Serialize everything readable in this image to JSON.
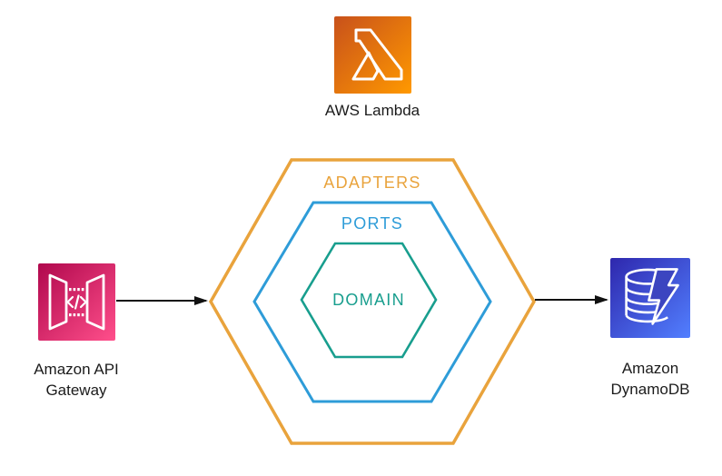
{
  "diagram": {
    "background_color": "#ffffff",
    "arrow_color": "#111111",
    "label_text_color": "#1b1b1b",
    "nodes": {
      "lambda": {
        "label": "AWS Lambda",
        "icon": "lambda-icon",
        "gradient_start": "#C8511B",
        "gradient_end": "#FF9900"
      },
      "api_gateway": {
        "lines": [
          "Amazon API",
          "Gateway"
        ],
        "icon": "api-gateway-icon",
        "gradient_start": "#B0084D",
        "gradient_end": "#FF4F8B"
      },
      "dynamodb": {
        "lines": [
          "Amazon",
          "DynamoDB"
        ],
        "icon": "dynamodb-icon",
        "gradient_start": "#2E27AD",
        "gradient_end": "#527FFF"
      }
    },
    "hexagons": {
      "adapters": {
        "label": "ADAPTERS",
        "color": "#E9A33C"
      },
      "ports": {
        "label": "PORTS",
        "color": "#2E9CD8"
      },
      "domain": {
        "label": "DOMAIN",
        "color": "#189E8E"
      }
    },
    "connections": [
      {
        "from": "api_gateway",
        "to": "adapters-hexagon"
      },
      {
        "from": "adapters-hexagon",
        "to": "dynamodb"
      }
    ]
  }
}
